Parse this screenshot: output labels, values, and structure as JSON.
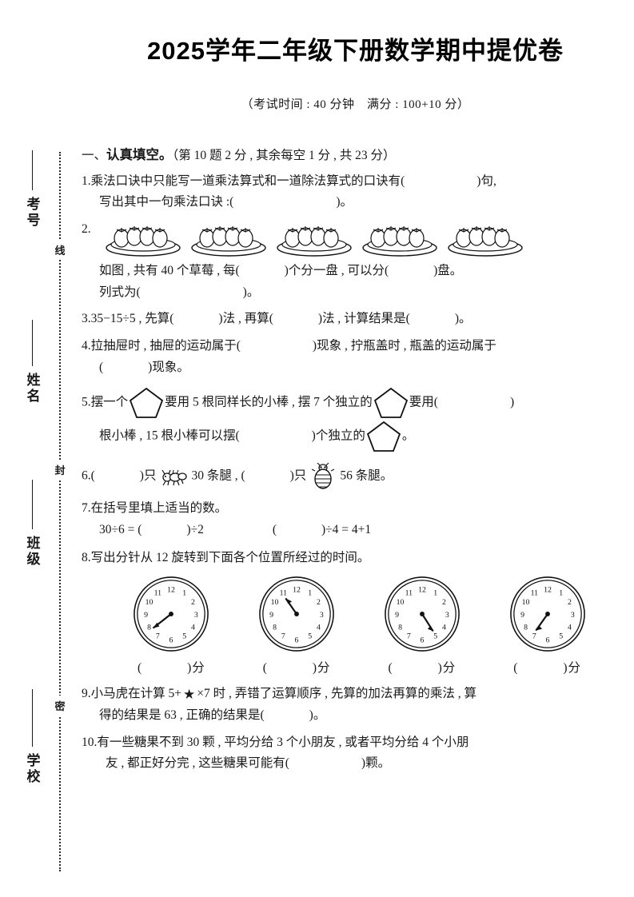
{
  "title": "2025学年二年级下册数学期中提优卷",
  "subtitle": "（考试时间 : 40 分钟　满分 : 100+10 分）",
  "seal_margin": {
    "fields": [
      {
        "name": "exam-number",
        "label": "考号"
      },
      {
        "name": "student-name",
        "label": "姓名"
      },
      {
        "name": "class",
        "label": "班级"
      },
      {
        "name": "school",
        "label": "学校"
      }
    ],
    "seal_chars": [
      "线",
      "封",
      "密"
    ]
  },
  "section": {
    "number": "一、",
    "name": "认真填空。",
    "points": "（第 10 题 2 分 , 其余每空 1 分 , 共 23 分）"
  },
  "questions": {
    "q1": {
      "num": "1.",
      "line1_a": "乘法口诀中只能写一道乘法算式和一道除法算式的口诀有(",
      "line1_b": ")句,",
      "line2_a": "写出其中一句乘法口诀 :(",
      "line2_b": ")。"
    },
    "q2": {
      "num": "2.",
      "plate_count": 5,
      "line1_a": "如图 , 共有 40 个草莓 , 每(",
      "line1_b": ")个分一盘 , 可以分(",
      "line1_c": ")盘。",
      "line2_a": "列式为(",
      "line2_b": ")。"
    },
    "q3": {
      "num": "3.",
      "a": "35−15÷5 , 先算(",
      "b": ")法 , 再算(",
      "c": ")法 , 计算结果是(",
      "d": ")。"
    },
    "q4": {
      "num": "4.",
      "line1_a": "拉抽屉时 , 抽屉的运动属于(",
      "line1_b": ")现象 , 拧瓶盖时 , 瓶盖的运动属于",
      "line2_a": "(",
      "line2_b": ")现象。"
    },
    "q5": {
      "num": "5.",
      "line1_a": "摆一个",
      "line1_b": "要用 5 根同样长的小棒 , 摆 7 个独立的",
      "line1_c": "要用(",
      "line1_d": ")",
      "line2_a": "根小棒 , 15 根小棒可以摆(",
      "line2_b": ")个独立的",
      "line2_c": "。"
    },
    "q6": {
      "num": "6.",
      "a": "(",
      "b": ")只",
      "c": "30 条腿 , (",
      "d": ")只",
      "e": "56 条腿。",
      "icon1": "ant-icon",
      "icon2": "beetle-icon"
    },
    "q7": {
      "num": "7.",
      "line1": "在括号里填上适当的数。",
      "expr1_a": "30÷6 = (",
      "expr1_b": ")÷2",
      "expr2_a": "(",
      "expr2_b": ")÷4 = 4+1"
    },
    "q8": {
      "num": "8.",
      "line1": "写出分针从 12 旋转到下面各个位置所经过的时间。",
      "clocks": [
        {
          "name": "clock-1",
          "hand_to": 8,
          "label_a": "(",
          "label_b": ")分"
        },
        {
          "name": "clock-2",
          "hand_to": 11,
          "label_a": "(",
          "label_b": ")分"
        },
        {
          "name": "clock-3",
          "hand_to": 5,
          "label_a": "(",
          "label_b": ")分"
        },
        {
          "name": "clock-4",
          "hand_to": 7,
          "label_a": "(",
          "label_b": ")分"
        }
      ]
    },
    "q9": {
      "num": "9.",
      "line1_a": "小马虎在计算 5+",
      "star": "★",
      "line1_b": "×7 时 , 弄错了运算顺序 , 先算的加法再算的乘法 , 算",
      "line2_a": "得的结果是 63 , 正确的结果是(",
      "line2_b": ")。"
    },
    "q10": {
      "num": "10.",
      "line1": "有一些糖果不到 30 颗 , 平均分给 3 个小朋友 , 或者平均分给 4 个小朋",
      "line2_a": "友 , 都正好分完 , 这些糖果可能有(",
      "line2_b": ")颗。"
    }
  }
}
